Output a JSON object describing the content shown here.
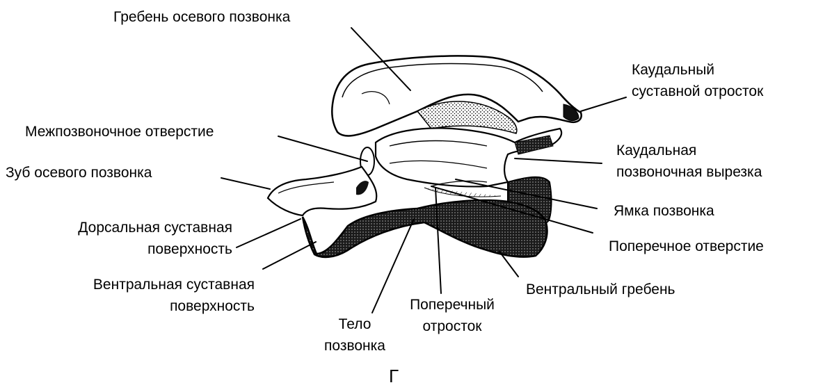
{
  "labels": {
    "crest": "Гребень осевого позвонка",
    "caudal_process_1": "Каудальный",
    "caudal_process_2": "суставной отросток",
    "foramen": "Межпозвоночное отверстие",
    "caudal_notch_1": "Каудальная",
    "caudal_notch_2": "позвоночная вырезка",
    "dens": "Зуб осевого позвонка",
    "fossa": "Ямка позвонка",
    "dorsal_surface_1": "Дорсальная суставная",
    "dorsal_surface_2": "поверхность",
    "transverse_foramen": "Поперечное отверстие",
    "ventral_surface_1": "Вентральная суставная",
    "ventral_surface_2": "поверхность",
    "ventral_crest": "Вентральный гребень",
    "transverse_process_1": "Поперечный",
    "transverse_process_2": "отросток",
    "body_1": "Тело",
    "body_2": "позвонка",
    "figure_letter": "Г"
  }
}
